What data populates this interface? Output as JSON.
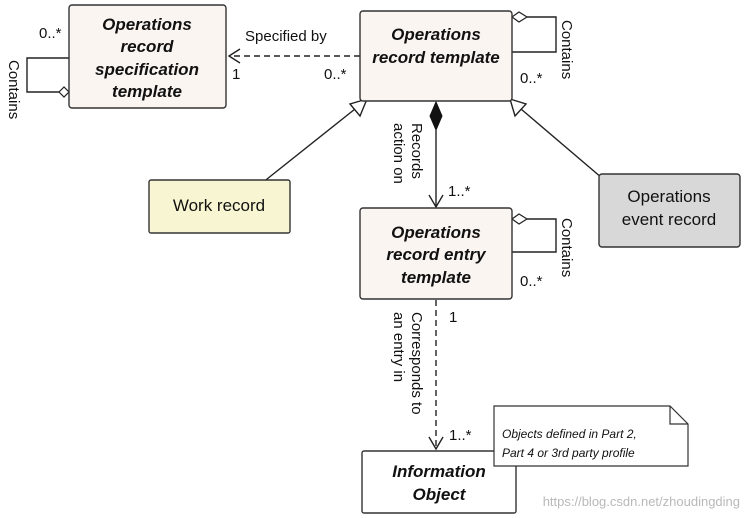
{
  "boxes": {
    "spec_template": {
      "lines": [
        "Operations",
        "record",
        "specification",
        "template"
      ],
      "fill": "#fbf5f1"
    },
    "record_template": {
      "lines": [
        "Operations",
        "record template"
      ],
      "fill": "#fbf5f1"
    },
    "entry_template": {
      "lines": [
        "Operations",
        "record entry",
        "template"
      ],
      "fill": "#fbf5f1"
    },
    "work_record": {
      "lines": [
        "Work record"
      ],
      "fill": "#f8f6d2"
    },
    "event_record": {
      "lines": [
        "Operations",
        "event record"
      ],
      "fill": "#d8d8d8"
    },
    "info_object": {
      "lines": [
        "Information",
        "Object"
      ],
      "fill": "#ffffff"
    }
  },
  "labels": {
    "specified_by": "Specified by",
    "spec_contains": "Contains",
    "spec_contains_mult": "0..*",
    "specified_by_mult_target": "1",
    "specified_by_mult_source": "0..*",
    "record_contains": "Contains",
    "record_contains_mult": "0..*",
    "records_action_on": [
      "Records",
      "action on"
    ],
    "records_action_mult": "1..*",
    "entry_contains": "Contains",
    "entry_contains_mult": "0..*",
    "corresponds_to": [
      "Corresponds to",
      "an entry in"
    ],
    "corresponds_mult_source": "1",
    "corresponds_mult_target": "1..*"
  },
  "note": {
    "lines": [
      "Objects defined in Part 2,",
      "Part 4 or 3rd party profile"
    ],
    "fill": "#ffffff"
  },
  "watermark": "https://blog.csdn.net/zhoudingding"
}
